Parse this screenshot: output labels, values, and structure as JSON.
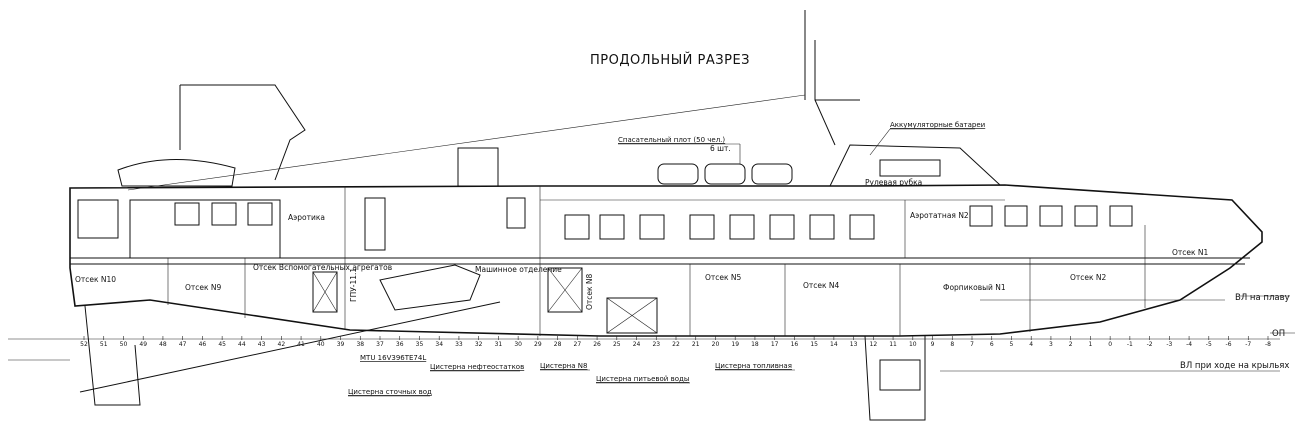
{
  "title": "ПРОДОЛЬНЫЙ РАЗРЕЗ",
  "compartments": {
    "n10": "Отсек N10",
    "n9": "Отсек N9",
    "aux": "Отсек Вспомогательных агрегатов",
    "engine": "Машинное отделение",
    "n8": "Отсек N8",
    "n5": "Отсек N5",
    "n4": "Отсек N4",
    "forepeak": "Форпиковый N1",
    "n2": "Отсек N2",
    "n1": "Отсек N1"
  },
  "rooms": {
    "aerotika": "Аэротика",
    "wheelhouse": "Рулевая рубка",
    "vestibule": "Аэротатная N2",
    "gpu": "ГПУ-11.1"
  },
  "callouts": {
    "raft": "Спасательный плот (50 чел.)",
    "raft_count": "6 шт.",
    "battery": "Аккумуляторные батареи",
    "engine_model": "МТU 16V396TE74L",
    "sewage_tank": "Цистерна сточных вод",
    "oil_tank": "Цистерна нефтеостатков",
    "n8_tank": "Цистерна N8",
    "water_tank": "Цистерна питьевой воды",
    "fuel_tank": "Цистерна топливная"
  },
  "waterlines": {
    "afloat": "ВЛ на плаву",
    "baseline": "ОП",
    "foiling": "ВЛ при ходе на крыльях"
  },
  "frames": [
    "52",
    "51",
    "50",
    "49",
    "48",
    "47",
    "46",
    "45",
    "44",
    "43",
    "42",
    "41",
    "40",
    "39",
    "38",
    "37",
    "36",
    "35",
    "34",
    "33",
    "32",
    "31",
    "30",
    "29",
    "28",
    "27",
    "26",
    "25",
    "24",
    "23",
    "22",
    "21",
    "20",
    "19",
    "18",
    "17",
    "16",
    "15",
    "14",
    "13",
    "12",
    "11",
    "10",
    "9",
    "8",
    "7",
    "6",
    "5",
    "4",
    "3",
    "2",
    "1",
    "0",
    "-1",
    "-2",
    "-3",
    "-4",
    "-5",
    "-6",
    "-7",
    "-8"
  ],
  "colors": {
    "line": "#111111",
    "paper": "#ffffff"
  }
}
